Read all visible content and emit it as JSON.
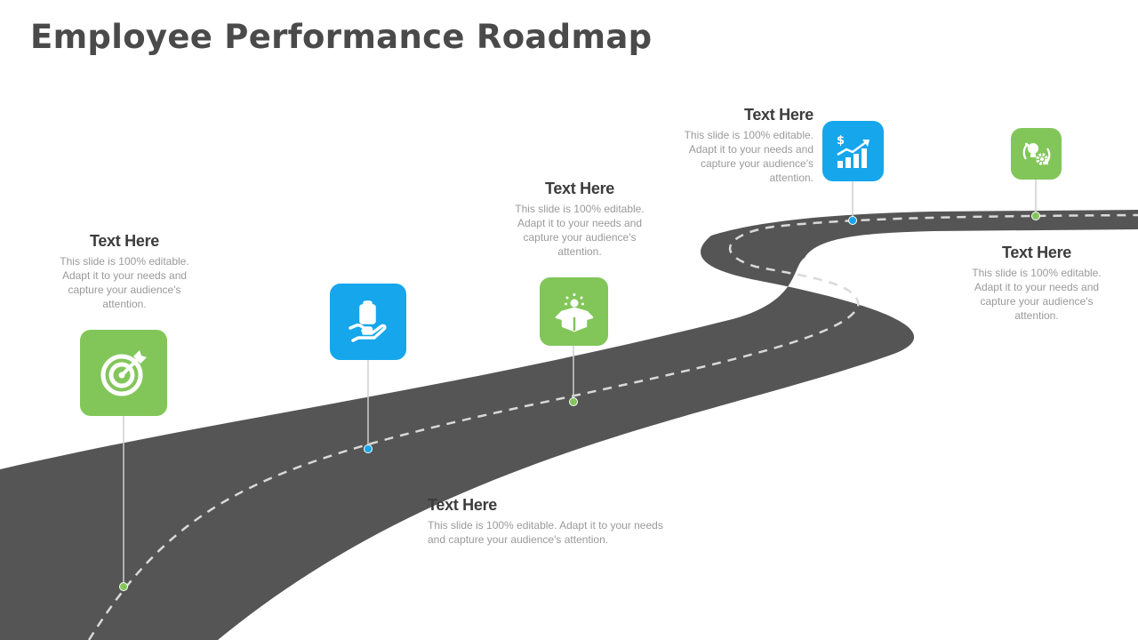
{
  "title": "Employee Performance Roadmap",
  "colors": {
    "green": "#82c65a",
    "blue": "#16a6ec",
    "road": "#555555",
    "road_dash": "#d9d9d9"
  },
  "milestones": [
    {
      "heading": "Text Here",
      "text": "This slide is 100% editable. Adapt it to your needs and capture your audience's attention.",
      "icon": "target-icon",
      "color": "green"
    },
    {
      "heading": "Text Here",
      "text": "This slide is 100% editable. Adapt it to your needs and capture your audience's attention.",
      "icon": "hand-clipboard-icon",
      "color": "blue"
    },
    {
      "heading": "Text Here",
      "text": "This slide is 100% editable. Adapt it to your needs and capture your audience's attention.",
      "icon": "box-idea-icon",
      "color": "green"
    },
    {
      "heading": "Text Here",
      "text": "This slide is 100% editable. Adapt it to your needs and capture your audience's attention.",
      "icon": "growth-chart-icon",
      "color": "blue"
    },
    {
      "heading": "Text Here",
      "text": "This slide is 100% editable. Adapt it to your needs and capture your audience's attention.",
      "icon": "idea-gear-icon",
      "color": "green"
    }
  ]
}
